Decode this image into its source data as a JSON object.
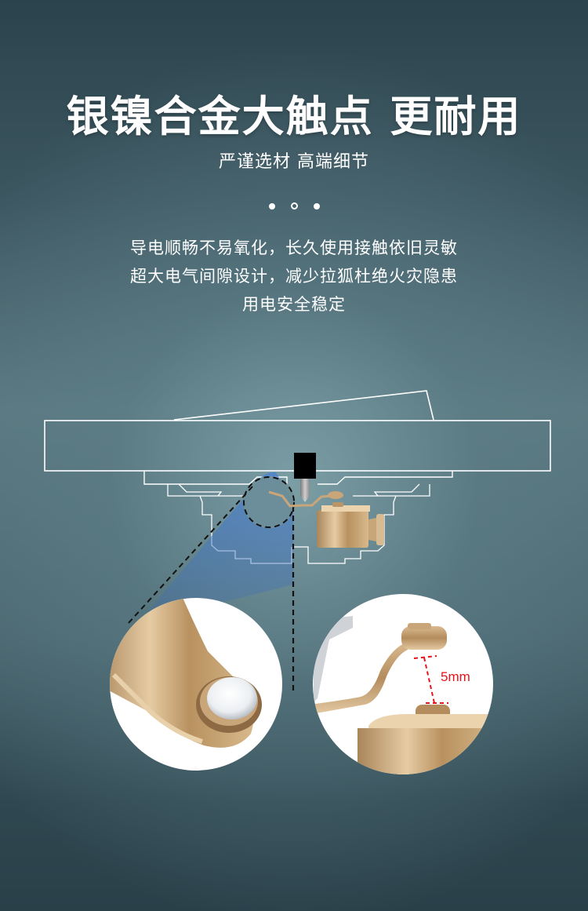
{
  "header": {
    "title": "银镍合金大触点 更耐用",
    "subtitle": "严谨选材 高端细节"
  },
  "pagination_dots": [
    {
      "style": "filled"
    },
    {
      "style": "ring"
    },
    {
      "style": "filled"
    }
  ],
  "description": {
    "lines": [
      "导电顺畅不易氧化，长久使用接触依旧灵敏",
      "超大电气间隙设计，减少拉狐杜绝火灾隐患",
      "用电安全稳定"
    ]
  },
  "diagram": {
    "gap_label": "5mm",
    "colors": {
      "outline": "#ffffff",
      "zoom_cone": "#3f73c0",
      "contact_gold": "#c9a57a",
      "gap_marker": "#e8141a",
      "background_dark": "#2b434c",
      "background_light": "#7a9aa2"
    },
    "callouts": [
      {
        "name": "silver-nickel-contact-closeup"
      },
      {
        "name": "electrical-gap-closeup"
      }
    ]
  }
}
